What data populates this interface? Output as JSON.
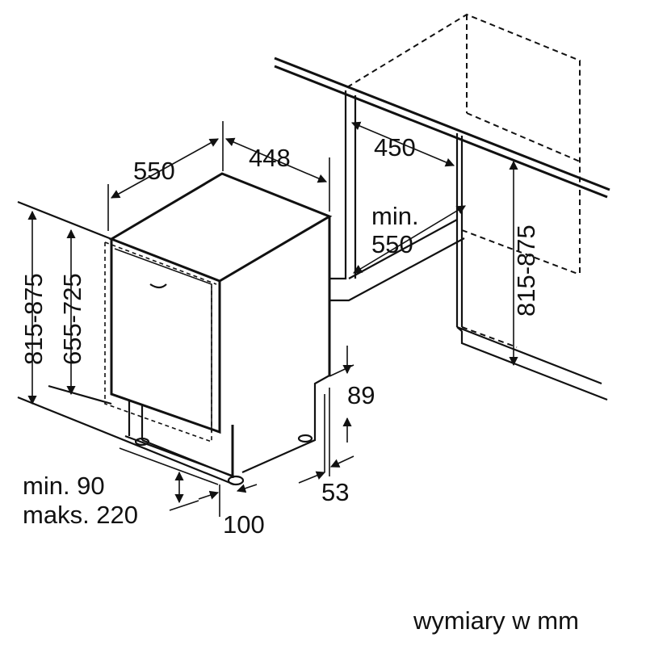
{
  "labels": {
    "depth_550": "550",
    "width_448": "448",
    "niche_width_450": "450",
    "niche_depth_min": "min.",
    "niche_depth_550": "550",
    "niche_height": "815-875",
    "total_height": "815-875",
    "body_height": "655-725",
    "plinth_89": "89",
    "plinth_53": "53",
    "leg_min": "min. 90",
    "leg_max": "maks. 220",
    "offset_100": "100"
  },
  "footer": {
    "units_note": "wymiary w mm"
  }
}
